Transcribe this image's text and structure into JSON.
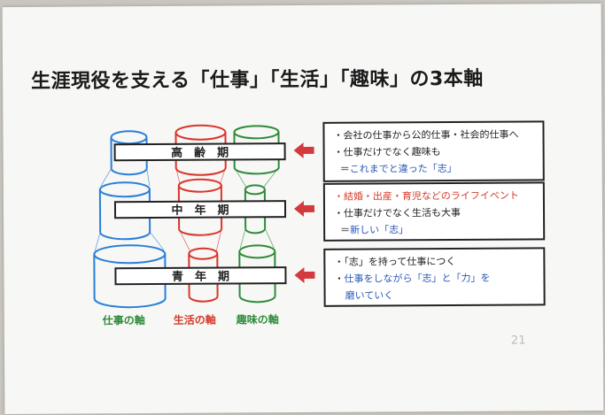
{
  "title": "生涯現役を支える「仕事」「生活」「趣味」の3本軸",
  "stages": {
    "senior": "高　齢　期",
    "middle": "中　年　期",
    "youth": "青　年　期"
  },
  "boxes": {
    "senior": {
      "line1": "・会社の仕事から公的仕事・社会的仕事へ",
      "line2": "・仕事だけでなく趣味も",
      "line3_prefix": "＝",
      "line3_text": "これまでと違った「志」"
    },
    "middle": {
      "line1": "・結婚・出産・育児などのライフイベント",
      "line2": "・仕事だけでなく生活も大事",
      "line3_prefix": "＝",
      "line3_text": "新しい「志」"
    },
    "youth": {
      "line1": "・「志」を持って仕事につく",
      "line2_bullet": "・",
      "line2_text": "仕事をしながら「志」と「力」を",
      "line3": "磨いていく"
    }
  },
  "axes": {
    "work": "仕事の軸",
    "life": "生活の軸",
    "hobby": "趣味の軸"
  },
  "page_number": "21",
  "colors": {
    "work": "#2a7fd8",
    "life": "#d9352a",
    "hobby": "#2e8b3a",
    "arrow": "#d33a3e",
    "text_blue": "#2a59b8",
    "label_green": "#2e8b3a",
    "label_red": "#d43a2a"
  }
}
